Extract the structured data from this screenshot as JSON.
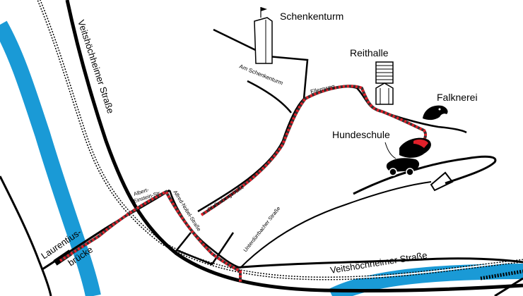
{
  "places": {
    "schenkenturm": "Schenkenturm",
    "reithalle": "Reithalle",
    "falknerei": "Falknerei",
    "hundeschule": "Hundeschule"
  },
  "streets": {
    "veitshoechheimer_vertical": "Veitshöchheimer Straße",
    "veitshoechheimer_horizontal": "Veitshöchheimer Straße",
    "am_schenkenturm": "Am Schenkenturm",
    "ellernweg": "Ellernweg",
    "albert_einstein_1": "Albert-",
    "albert_einstein_2": "Einstein-Str.",
    "alfred_nobel": "Alfred-Nobel-Straße",
    "pfaffenbergstrasse": "Pfaffenbergstraße",
    "unterduerrbacher": "Unterdürrbacher Straße",
    "laurentius_1": "Laurentius-",
    "laurentius_2": "brücke"
  },
  "colors": {
    "river": "#1a9ad6",
    "route_red": "#e0202a",
    "route_dark": "#333333",
    "road": "#000000"
  },
  "icons": [
    "tower-icon",
    "hall-icon",
    "eagle-icon",
    "dog-icon"
  ]
}
